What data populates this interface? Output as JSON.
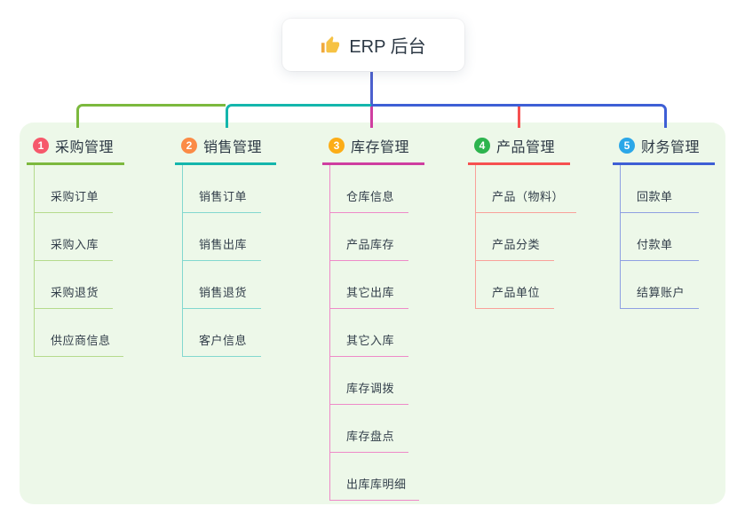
{
  "root": {
    "title": "ERP 后台",
    "icon": "thumbs-up"
  },
  "colors": {
    "page_bg": "#ffffff",
    "panel_bg": "#edf8e9",
    "trunk": "#4c60ce",
    "text_dark": "#2c3844",
    "text_child": "#323e4a"
  },
  "branches": [
    {
      "index": "1",
      "title": "采购管理",
      "badge_color": "#f6586b",
      "line_color": "#7cb93e",
      "light_color": "#b5db8c",
      "children": [
        "采购订单",
        "采购入库",
        "采购退货",
        "供应商信息"
      ]
    },
    {
      "index": "2",
      "title": "销售管理",
      "badge_color": "#fb8b46",
      "line_color": "#14b6ac",
      "light_color": "#82d8cf",
      "children": [
        "销售订单",
        "销售出库",
        "销售退货",
        "客户信息"
      ]
    },
    {
      "index": "3",
      "title": "库存管理",
      "badge_color": "#fcad17",
      "line_color": "#cf3ea0",
      "light_color": "#ee8ac8",
      "children": [
        "仓库信息",
        "产品库存",
        "其它出库",
        "其它入库",
        "库存调拨",
        "库存盘点",
        "出库库明细"
      ]
    },
    {
      "index": "4",
      "title": "产品管理",
      "badge_color": "#2db44e",
      "line_color": "#f65050",
      "light_color": "#f9a19a",
      "children": [
        "产品（物料）",
        "产品分类",
        "产品单位"
      ]
    },
    {
      "index": "5",
      "title": "财务管理",
      "badge_color": "#2ba7e8",
      "line_color": "#3e5fd5",
      "light_color": "#8fa0e2",
      "children": [
        "回款单",
        "付款单",
        "结算账户"
      ]
    }
  ]
}
